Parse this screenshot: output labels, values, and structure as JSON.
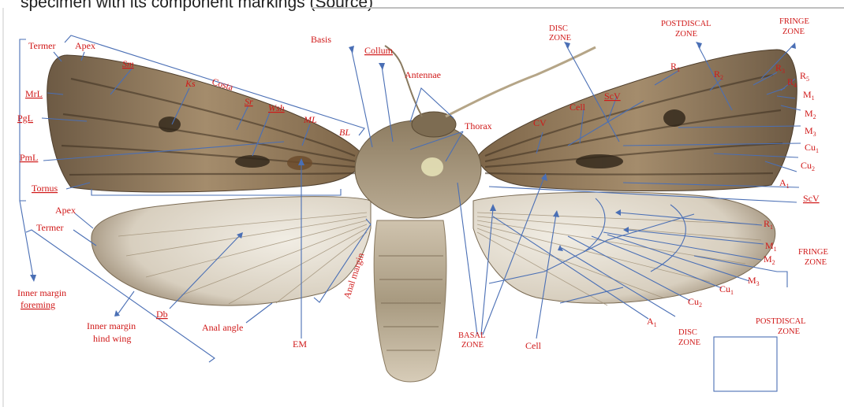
{
  "header_fragment": "specimen with its component markings (Source)",
  "labels": {
    "termer_fw": "Termer",
    "apex_fw": "Apex",
    "sm": "Sm",
    "costa": "Costa",
    "basis": "Basis",
    "collum": "Collum",
    "antennae": "Antennae",
    "mrl": "MrL",
    "ks": "Ks",
    "sr": "Sr",
    "wsh": "Wsh",
    "ml": "ML",
    "bl": "BL",
    "thorax": "Thorax",
    "pgl": "PgL",
    "pml": "PmL",
    "tornus": "Tornus",
    "apex_hw": "Apex",
    "termer_hw": "Termer",
    "inner_margin_forewing_1": "Inner margin",
    "inner_margin_forewing_2": "foreming",
    "db": "Db",
    "inner_margin_hindwing_1": "Inner margin",
    "inner_margin_hindwing_2": "hind wing",
    "anal_angle": "Anal angle",
    "em": "EM",
    "anal_margin": "Anal margin",
    "disc_zone_top_1": "DISC",
    "disc_zone_top_2": "ZONE",
    "postdiscal_zone_top_1": "POSTDISCAL",
    "postdiscal_zone_top_2": "ZONE",
    "fringe_zone_top_1": "FRINGE",
    "fringe_zone_top_2": "ZONE",
    "r1_top": "R1",
    "r2": "R2",
    "r3": "R3",
    "r4": "R4",
    "r5": "R5",
    "scv_top": "ScV",
    "cell_top": "Cell",
    "cv": "CV",
    "m1_top": "M1",
    "m2_top": "M2",
    "m3_top": "M3",
    "cu1_top": "Cu1",
    "cu2_top": "Cu2",
    "a1_top": "A1",
    "scv_bottom": "ScV",
    "r1_bottom": "R1",
    "m1_bottom": "M1",
    "m2_bottom": "M2",
    "m3_bottom": "M3",
    "cu1_bottom": "Cu1",
    "cu2_bottom": "Cu2",
    "a1_bottom": "A1",
    "fringe_zone_bottom_1": "FRINGE",
    "fringe_zone_bottom_2": "ZONE",
    "basal_zone_1": "BASAL",
    "basal_zone_2": "ZONE",
    "cell_bottom": "Cell",
    "disc_zone_bottom_1": "DISC",
    "disc_zone_bottom_2": "ZONE",
    "postdiscal_zone_bottom_1": "POSTDISCAL",
    "postdiscal_zone_bottom_2": "ZONE"
  },
  "colors": {
    "label": "#d01818",
    "leader_line": "#4a6fb5"
  }
}
